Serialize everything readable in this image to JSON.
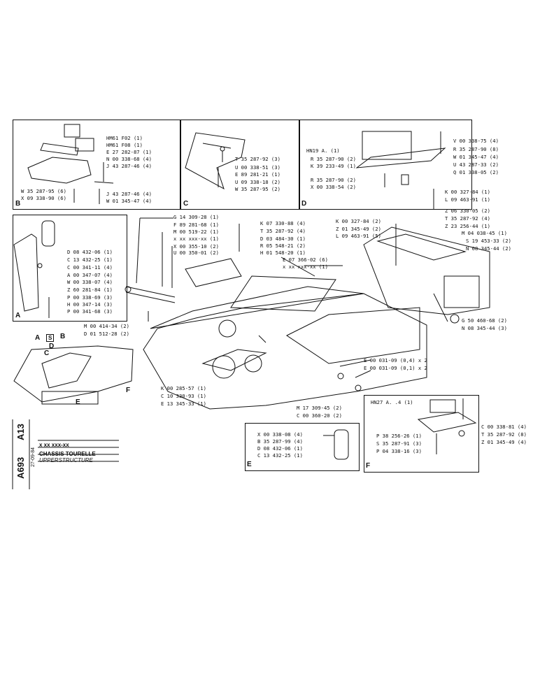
{
  "side_code_1": "A13",
  "side_code_2": "A693",
  "date": "27-09-84",
  "ref_code": "x xx xxx-xx",
  "title_fr": "CHASSIS TOURELLE",
  "title_en": "UPPERSTRUCTURE",
  "box_letters": {
    "A": "A",
    "B": "B",
    "C": "C",
    "D": "D",
    "E": "E",
    "F": "F"
  },
  "overview_labels": {
    "A": "A",
    "S": "S",
    "B": "B",
    "D": "D",
    "C": "C",
    "E": "E",
    "F": "F"
  },
  "labels": {
    "b1": "HM61 F02 (1)",
    "b2": "HM61 F08 (1)",
    "b3": "E 27 282-87 (1)",
    "b4": "N 00 338-68 (4)",
    "b5": "J 43 287-46 (4)",
    "b6": "W 35 287-95 (6)",
    "b7": "X 09 338-90 (6)",
    "b8": "J 43 287-46 (4)",
    "b9": "W 01 345-47 (4)",
    "c1": "T 35 287-92 (3)",
    "c2": "U 00 338-51 (3)",
    "c3": "E 89 281-21 (1)",
    "c4": "U 09 338-18 (2)",
    "c5": "W 35 287-95 (2)",
    "d1": "HN19 A. (1)",
    "d2": "R 35 287-90 (2)",
    "d3": "K 39 233-49 (1)",
    "d4": "R 35 287-90 (2)",
    "d5": "X 00 338-54 (2)",
    "d6": "V 00 338-75 (4)",
    "d7": "R 35 287-90 (8)",
    "d8": "W 01 345-47 (4)",
    "d9": "U 43 287-33 (2)",
    "d10": "Q 01 338-05 (2)",
    "a1": "D 08 432-06 (1)",
    "a2": "C 13 432-25 (1)",
    "a3": "C 00 341-11 (4)",
    "a4": "A 00 347-07 (4)",
    "a5": "W 00 338-07 (4)",
    "a6": "Z 60 281-84 (1)",
    "a7": "P 00 338-69 (3)",
    "a8": "H 00 347-14 (3)",
    "a9": "P 00 341-68 (3)",
    "m1": "G 14 309-28 (1)",
    "m2": "F 89 281-68 (1)",
    "m3": "M 00 519-22 (1)",
    "m4": "x xx xxx-xx (1)",
    "m5": "X 00 355-10 (2)",
    "m6": "U 00 350-01 (2)",
    "m7": "K 07 330-88 (4)",
    "m8": "T 35 287-92 (4)",
    "m9": "D 03 484-30 (1)",
    "m10": "R 05 548-21 (2)",
    "m11": "H 01 548-20 (1)",
    "m12": "E 07 366-02 (6)",
    "m13": "x xx xxx-xx (1)",
    "m14": "K 00 327-84 (2)",
    "m15": "Z 01 345-49 (2)",
    "m16": "L 09 463-91 (5)",
    "m17": "K 00 327-84 (1)",
    "m18": "L 09 463-91 (1)",
    "m19": "Z 06 330-05 (2)",
    "m20": "T 35 287-92 (4)",
    "m21": "Z 23 256-44 (1)",
    "m22": "M 04 038-45 (1)",
    "m23": "S 19 453-33 (2)",
    "m24": "N 08 345-44 (2)",
    "m25": "G 50 460-68 (2)",
    "m26": "N 08 345-44 (3)",
    "m27": "M 00 414-34 (2)",
    "m28": "D 01 512-28 (2)",
    "m29": "E 00 031-09 (0,4) x 2",
    "m30": "E 00 031-09 (0,1) x 2",
    "m31": "K 00 285-57 (1)",
    "m32": "C 10 330-93 (1)",
    "m33": "E 13 345-33 (1)",
    "m34": "M 17 309-45 (2)",
    "m35": "C 00 360-20 (2)",
    "e1": "X 00 338-08 (4)",
    "e2": "B 35 287-99 (4)",
    "e3": "D 08 432-06 (1)",
    "e4": "C 13 432-25 (1)",
    "f1": "HN27 A. .4 (1)",
    "f2": "C 00 338-81 (4)",
    "f3": "T 35 287-92 (8)",
    "f4": "Z 01 345-49 (4)",
    "f5": "P 38 256-26 (1)",
    "f6": "S 35 287-91 (3)",
    "f7": "P 04 338-16 (3)"
  }
}
